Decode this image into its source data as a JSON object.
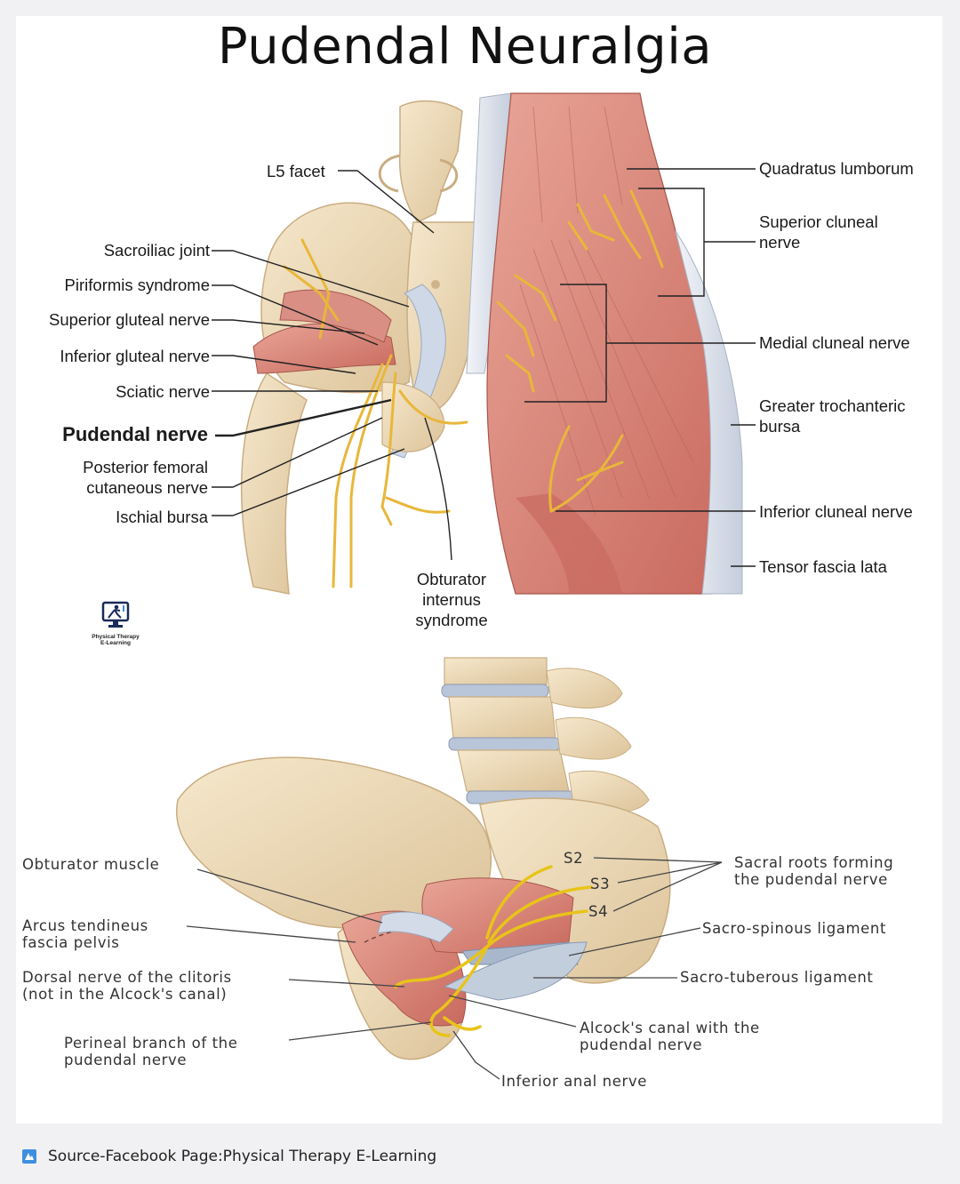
{
  "title": "Pudendal Neuralgia",
  "top_labels": {
    "l5_facet": "L5 facet",
    "sacroiliac_joint": "Sacroiliac joint",
    "piriformis_syndrome": "Piriformis syndrome",
    "superior_gluteal_nerve": "Superior gluteal nerve",
    "inferior_gluteal_nerve": "Inferior gluteal nerve",
    "sciatic_nerve": "Sciatic nerve",
    "pudendal_nerve": "Pudendal nerve",
    "posterior_femoral_1": "Posterior femoral",
    "posterior_femoral_2": "cutaneous nerve",
    "ischial_bursa": "Ischial bursa",
    "obturator_1": "Obturator",
    "obturator_2": "internus",
    "obturator_3": "syndrome",
    "quadratus_lumborum": "Quadratus lumborum",
    "superior_cluneal_1": "Superior cluneal",
    "superior_cluneal_2": "nerve",
    "medial_cluneal": "Medial cluneal nerve",
    "greater_troch_1": "Greater trochanteric",
    "greater_troch_2": "bursa",
    "inferior_cluneal": "Inferior cluneal nerve",
    "tensor_fascia": "Tensor fascia lata"
  },
  "bottom_labels": {
    "obturator_muscle": "Obturator muscle",
    "arcus_1": "Arcus tendineus",
    "arcus_2": "fascia pelvis",
    "dorsal_1": "Dorsal nerve of the clitoris",
    "dorsal_2": "(not in the Alcock's canal)",
    "perineal_1": "Perineal branch of the",
    "perineal_2": "pudendal nerve",
    "s2": "S2",
    "s3": "S3",
    "s4": "S4",
    "sacral_1": "Sacral roots forming",
    "sacral_2": "the pudendal nerve",
    "sacro_spinous": "Sacro-spinous ligament",
    "sacro_tuberous": "Sacro-tuberous ligament",
    "alcock_1": "Alcock's canal with the",
    "alcock_2": "pudendal nerve",
    "inferior_anal": "Inferior anal nerve"
  },
  "logo": {
    "line1": "Physical Therapy",
    "line2": "E-Learning",
    "icon": "therapist-monitor-icon"
  },
  "footer": {
    "source": "Source-Facebook Page:Physical Therapy E-Learning",
    "icon": "image-icon"
  },
  "colors": {
    "muscle": "#d9857a",
    "bone": "#eedcb8",
    "nerve": "#e8b73a",
    "fascia": "#d4dbe8",
    "ligament": "#a9b7cc"
  }
}
